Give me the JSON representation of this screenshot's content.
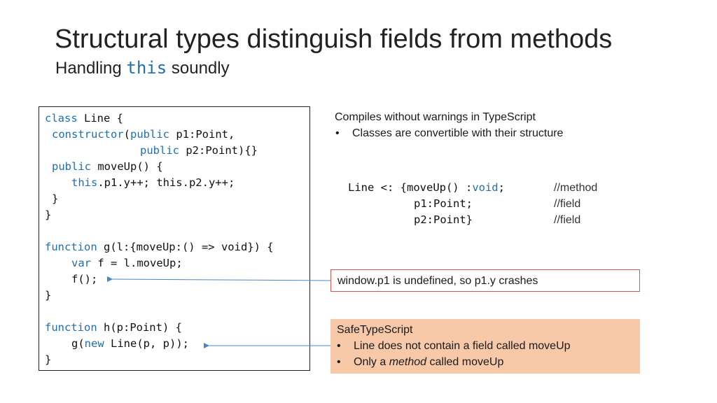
{
  "slide": {
    "title": "Structural types distinguish fields from methods",
    "subtitle_prefix": "Handling ",
    "subtitle_keyword": "this",
    "subtitle_suffix": " soundly"
  },
  "code": {
    "l1_kw": "class",
    "l1_rest": " Line {",
    "l2_kw": "constructor",
    "l2_p": "(",
    "l2_kw2": "public",
    "l2_rest": " p1:Point,",
    "l3_kw": "public",
    "l3_rest": " p2:Point){}",
    "l4_kw": "public",
    "l4_rest": " moveUp() {",
    "l5_kw": "this",
    "l5_rest": ".p1.y++; this.p2.y++;",
    "l6": "}",
    "l7": "}",
    "l8_kw": "function",
    "l8_rest": " g(l:{moveUp:() => void}) {",
    "l9_kw": "var",
    "l9_rest": " f = l.moveUp;",
    "l10": "f();",
    "l11": "}",
    "l12_kw": "function",
    "l12_rest": " h(p:Point) {",
    "l13_a": "g(",
    "l13_kw": "new",
    "l13_rest": " Line(p, p));",
    "l14": "}"
  },
  "notes": {
    "compiles": "Compiles without warnings in TypeScript",
    "bullet_mark": "•",
    "classes": "Classes are convertible with their structure"
  },
  "typedef": {
    "line1_a": "Line <: {moveUp() :",
    "line1_kw": "void",
    "line1_b": ";",
    "line2": "p1:Point;",
    "line3": "p2:Point}",
    "c1": "//method",
    "c2": "//field",
    "c3": "//field"
  },
  "callouts": {
    "crash": "window.p1 is undefined, so p1.y crashes",
    "safe_title": "SafeTypeScript",
    "safe_b1": "Line does not contain a field called moveUp",
    "safe_b2_pre": "Only a ",
    "safe_b2_em": "method",
    "safe_b2_post": " called moveUp"
  },
  "colors": {
    "keyword": "#1f6fb2",
    "arrow": "#4a86c5",
    "crash_border": "#d9534f",
    "safe_bg": "#f7c9a8"
  }
}
